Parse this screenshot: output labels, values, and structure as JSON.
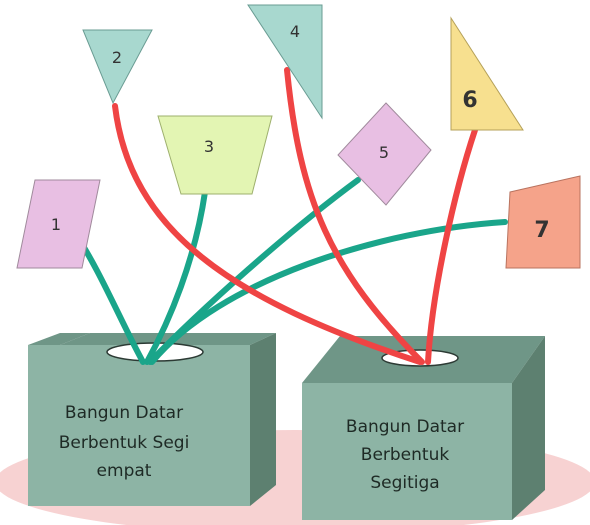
{
  "colors": {
    "green_line": "#1aa58a",
    "red_line": "#ef4444",
    "box_front": "#8db4a5",
    "box_top": "#6f9687",
    "box_side": "#5d8070",
    "floor": "#f7d2d2"
  },
  "shapes": [
    {
      "id": "1",
      "label": "1",
      "kind": "parallelogram",
      "color": "#e8bfe3",
      "target": "left"
    },
    {
      "id": "2",
      "label": "2",
      "kind": "triangle",
      "color": "#a8d8cf",
      "target": "right"
    },
    {
      "id": "3",
      "label": "3",
      "kind": "trapezoid",
      "color": "#e3f5b3",
      "target": "left"
    },
    {
      "id": "4",
      "label": "4",
      "kind": "triangle",
      "color": "#a8d8cf",
      "target": "right"
    },
    {
      "id": "5",
      "label": "5",
      "kind": "rhombus",
      "color": "#e8bfe3",
      "target": "left"
    },
    {
      "id": "6",
      "label": "6",
      "kind": "triangle",
      "color": "#f7e08f",
      "target": "right"
    },
    {
      "id": "7",
      "label": "7",
      "kind": "quadrilateral",
      "color": "#f5a38a",
      "target": "left"
    }
  ],
  "boxes": {
    "left": {
      "lines": [
        "Bangun Datar",
        "Berbentuk Segi",
        "empat"
      ]
    },
    "right": {
      "lines": [
        "Bangun Datar",
        "Berbentuk",
        "Segitiga"
      ]
    }
  }
}
